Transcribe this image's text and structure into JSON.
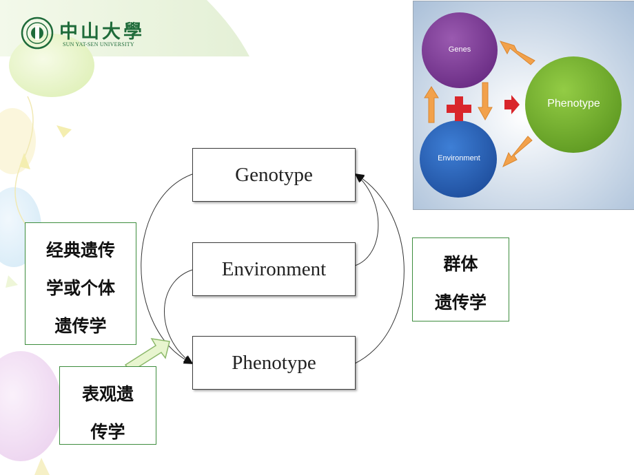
{
  "logo": {
    "name_cn": "中山大學",
    "name_en": "SUN YAT-SEN UNIVERSITY"
  },
  "diagram": {
    "nodes": {
      "genotype": "Genotype",
      "environment": "Environment",
      "phenotype": "Phenotype"
    },
    "labels": {
      "classical": [
        "经典遗传",
        "学或个体",
        "遗传学"
      ],
      "population": [
        "群体",
        "遗传学"
      ],
      "epigenetics": [
        "表观遗",
        "传学"
      ]
    }
  },
  "inset": {
    "genes": "Genes",
    "environment": "Environment",
    "phenotype": "Phenotype"
  },
  "colors": {
    "logo_green": "#1f6b3a",
    "label_border": "#3c8c3c",
    "genes_circle": "#7a3a93",
    "environment_circle": "#2b62b8",
    "phenotype_circle": "#7ab732",
    "arrow_orange": "#f2a14b",
    "plus_red": "#d9262b"
  }
}
